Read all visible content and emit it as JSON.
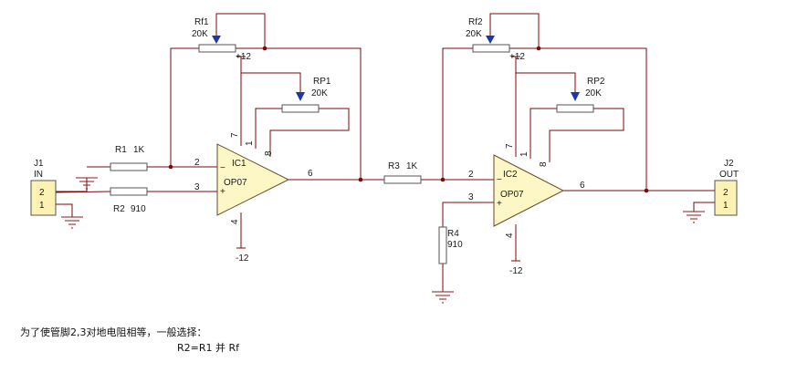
{
  "colors": {
    "wire": "#7a0a0a",
    "junction": "#7a0a0a",
    "ground": "#8a1a1a",
    "opamp_fill": "#fdf7c6",
    "opamp_stroke": "#6b4a2a",
    "component_outline": "#555555",
    "connector_fill": "#fcf2b4",
    "wiper_arrow": "#1d36a8",
    "text": "#1a1a1a"
  },
  "stage1": {
    "rf": {
      "designator": "Rf1",
      "value": "20K"
    },
    "rp": {
      "designator": "RP1",
      "value": "20K"
    },
    "r_in": {
      "designator": "R1",
      "value": "1K"
    },
    "r_bias": {
      "designator": "R2",
      "value": "910"
    },
    "opamp": {
      "designator": "IC1",
      "part": "OP07"
    },
    "supply_pos": "+12",
    "supply_neg": "-12",
    "pins": {
      "inv": "2",
      "noninv": "3",
      "out": "6",
      "vpos": "7",
      "vneg": "4",
      "null1": "1",
      "null8": "8"
    },
    "input_connector": {
      "designator": "J1",
      "name": "IN",
      "pin_top": "2",
      "pin_bottom": "1"
    }
  },
  "coupling": {
    "designator": "R3",
    "value": "1K"
  },
  "stage2": {
    "rf": {
      "designator": "Rf2",
      "value": "20K"
    },
    "rp": {
      "designator": "RP2",
      "value": "20K"
    },
    "r_bias": {
      "designator": "R4",
      "value": "910"
    },
    "opamp": {
      "designator": "IC2",
      "part": "OP07"
    },
    "supply_pos": "+12",
    "supply_neg": "-12",
    "pins": {
      "inv": "2",
      "noninv": "3",
      "out": "6",
      "vpos": "7",
      "vneg": "4",
      "null1": "1",
      "null8": "8"
    },
    "output_connector": {
      "designator": "J2",
      "name": "OUT",
      "pin_top": "2",
      "pin_bottom": "1"
    }
  },
  "note": {
    "line1_a": "为了使管脚",
    "line1_b": "2,3",
    "line1_c": "对地电阻相等，一般选择：",
    "line2": "R2=R1 并 Rf"
  }
}
